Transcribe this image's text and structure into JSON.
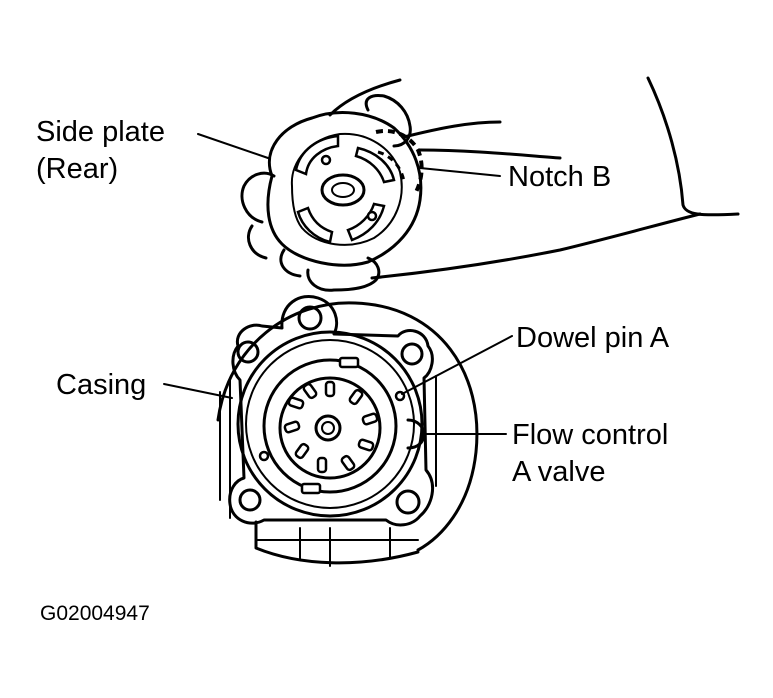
{
  "labels": {
    "side_plate_line1": "Side plate",
    "side_plate_line2": "(Rear)",
    "notch_b": "Notch B",
    "dowel_pin_a": "Dowel pin A",
    "casing": "Casing",
    "flow_control_line1": "Flow control",
    "flow_control_line2": "A valve"
  },
  "figure_code": "G02004947",
  "colors": {
    "ink": "#000000",
    "paper": "#ffffff"
  }
}
